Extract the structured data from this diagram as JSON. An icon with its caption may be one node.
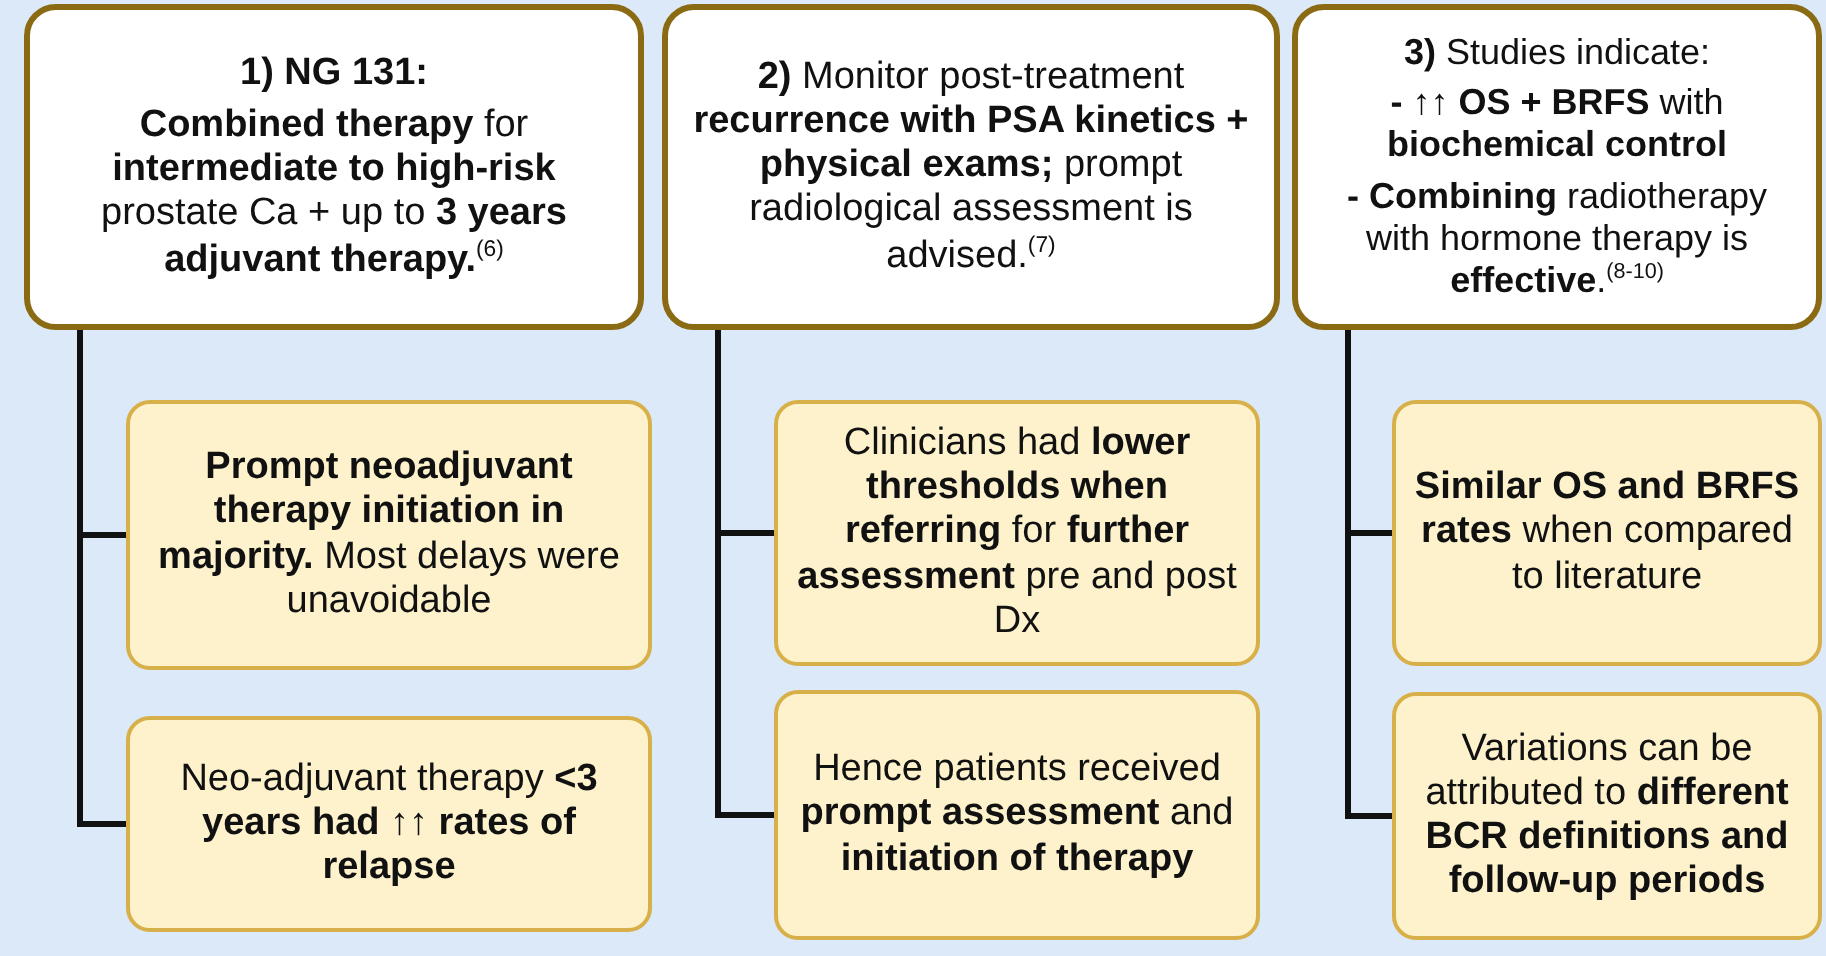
{
  "diagram": {
    "nodes": [
      {
        "text": [
          "1) NG 131:",
          "**Combined therapy** for **intermediate to high-risk** prostate Ca + up to **3 years adjuvant therapy.**$^{(6)}$"
        ]
      },
      {
        "text": [
          "**Prompt neoadjuvant therapy initiation in majority.** Most delays were unavoidable"
        ]
      },
      {
        "text": [
          "Neo-adjuvant therapy **<3 years had ↑↑ rates of relapse**"
        ]
      },
      {
        "text": [
          "**2)** Monitor post-treatment **recurrence with PSA kinetics + physical exams;** prompt radiological assessment is advised.$^{(7)}$"
        ]
      },
      {
        "text": [
          "Clinicians had **lower thresholds when referring** for **further assessment** pre and post Dx"
        ]
      },
      {
        "text": [
          "Hence patients received **prompt assessment** and **initiation of therapy**"
        ]
      },
      {
        "text": [
          "**3)** Studies indicate:",
          "**- ↑↑ OS + BRFS** with **biochemical control**",
          "**- Combining** radiotherapy with hormone therapy is **effective**.$^{(8-10)}$"
        ]
      },
      {
        "text": [
          "**Similar OS and BRFS rates** when compared to literature"
        ]
      },
      {
        "text": [
          "Variations can be attributed to **different BCR definitions and follow-up periods**"
        ]
      }
    ],
    "edges": [
      {
        "from": 0,
        "to": 1,
        "arrow": "none"
      },
      {
        "from": 0,
        "to": 2,
        "arrow": "none"
      },
      {
        "from": 3,
        "to": 4,
        "arrow": "none"
      },
      {
        "from": 3,
        "to": 5,
        "arrow": "none"
      },
      {
        "from": 6,
        "to": 7,
        "arrow": "none"
      },
      {
        "from": 6,
        "to": 8,
        "arrow": "none"
      }
    ]
  }
}
